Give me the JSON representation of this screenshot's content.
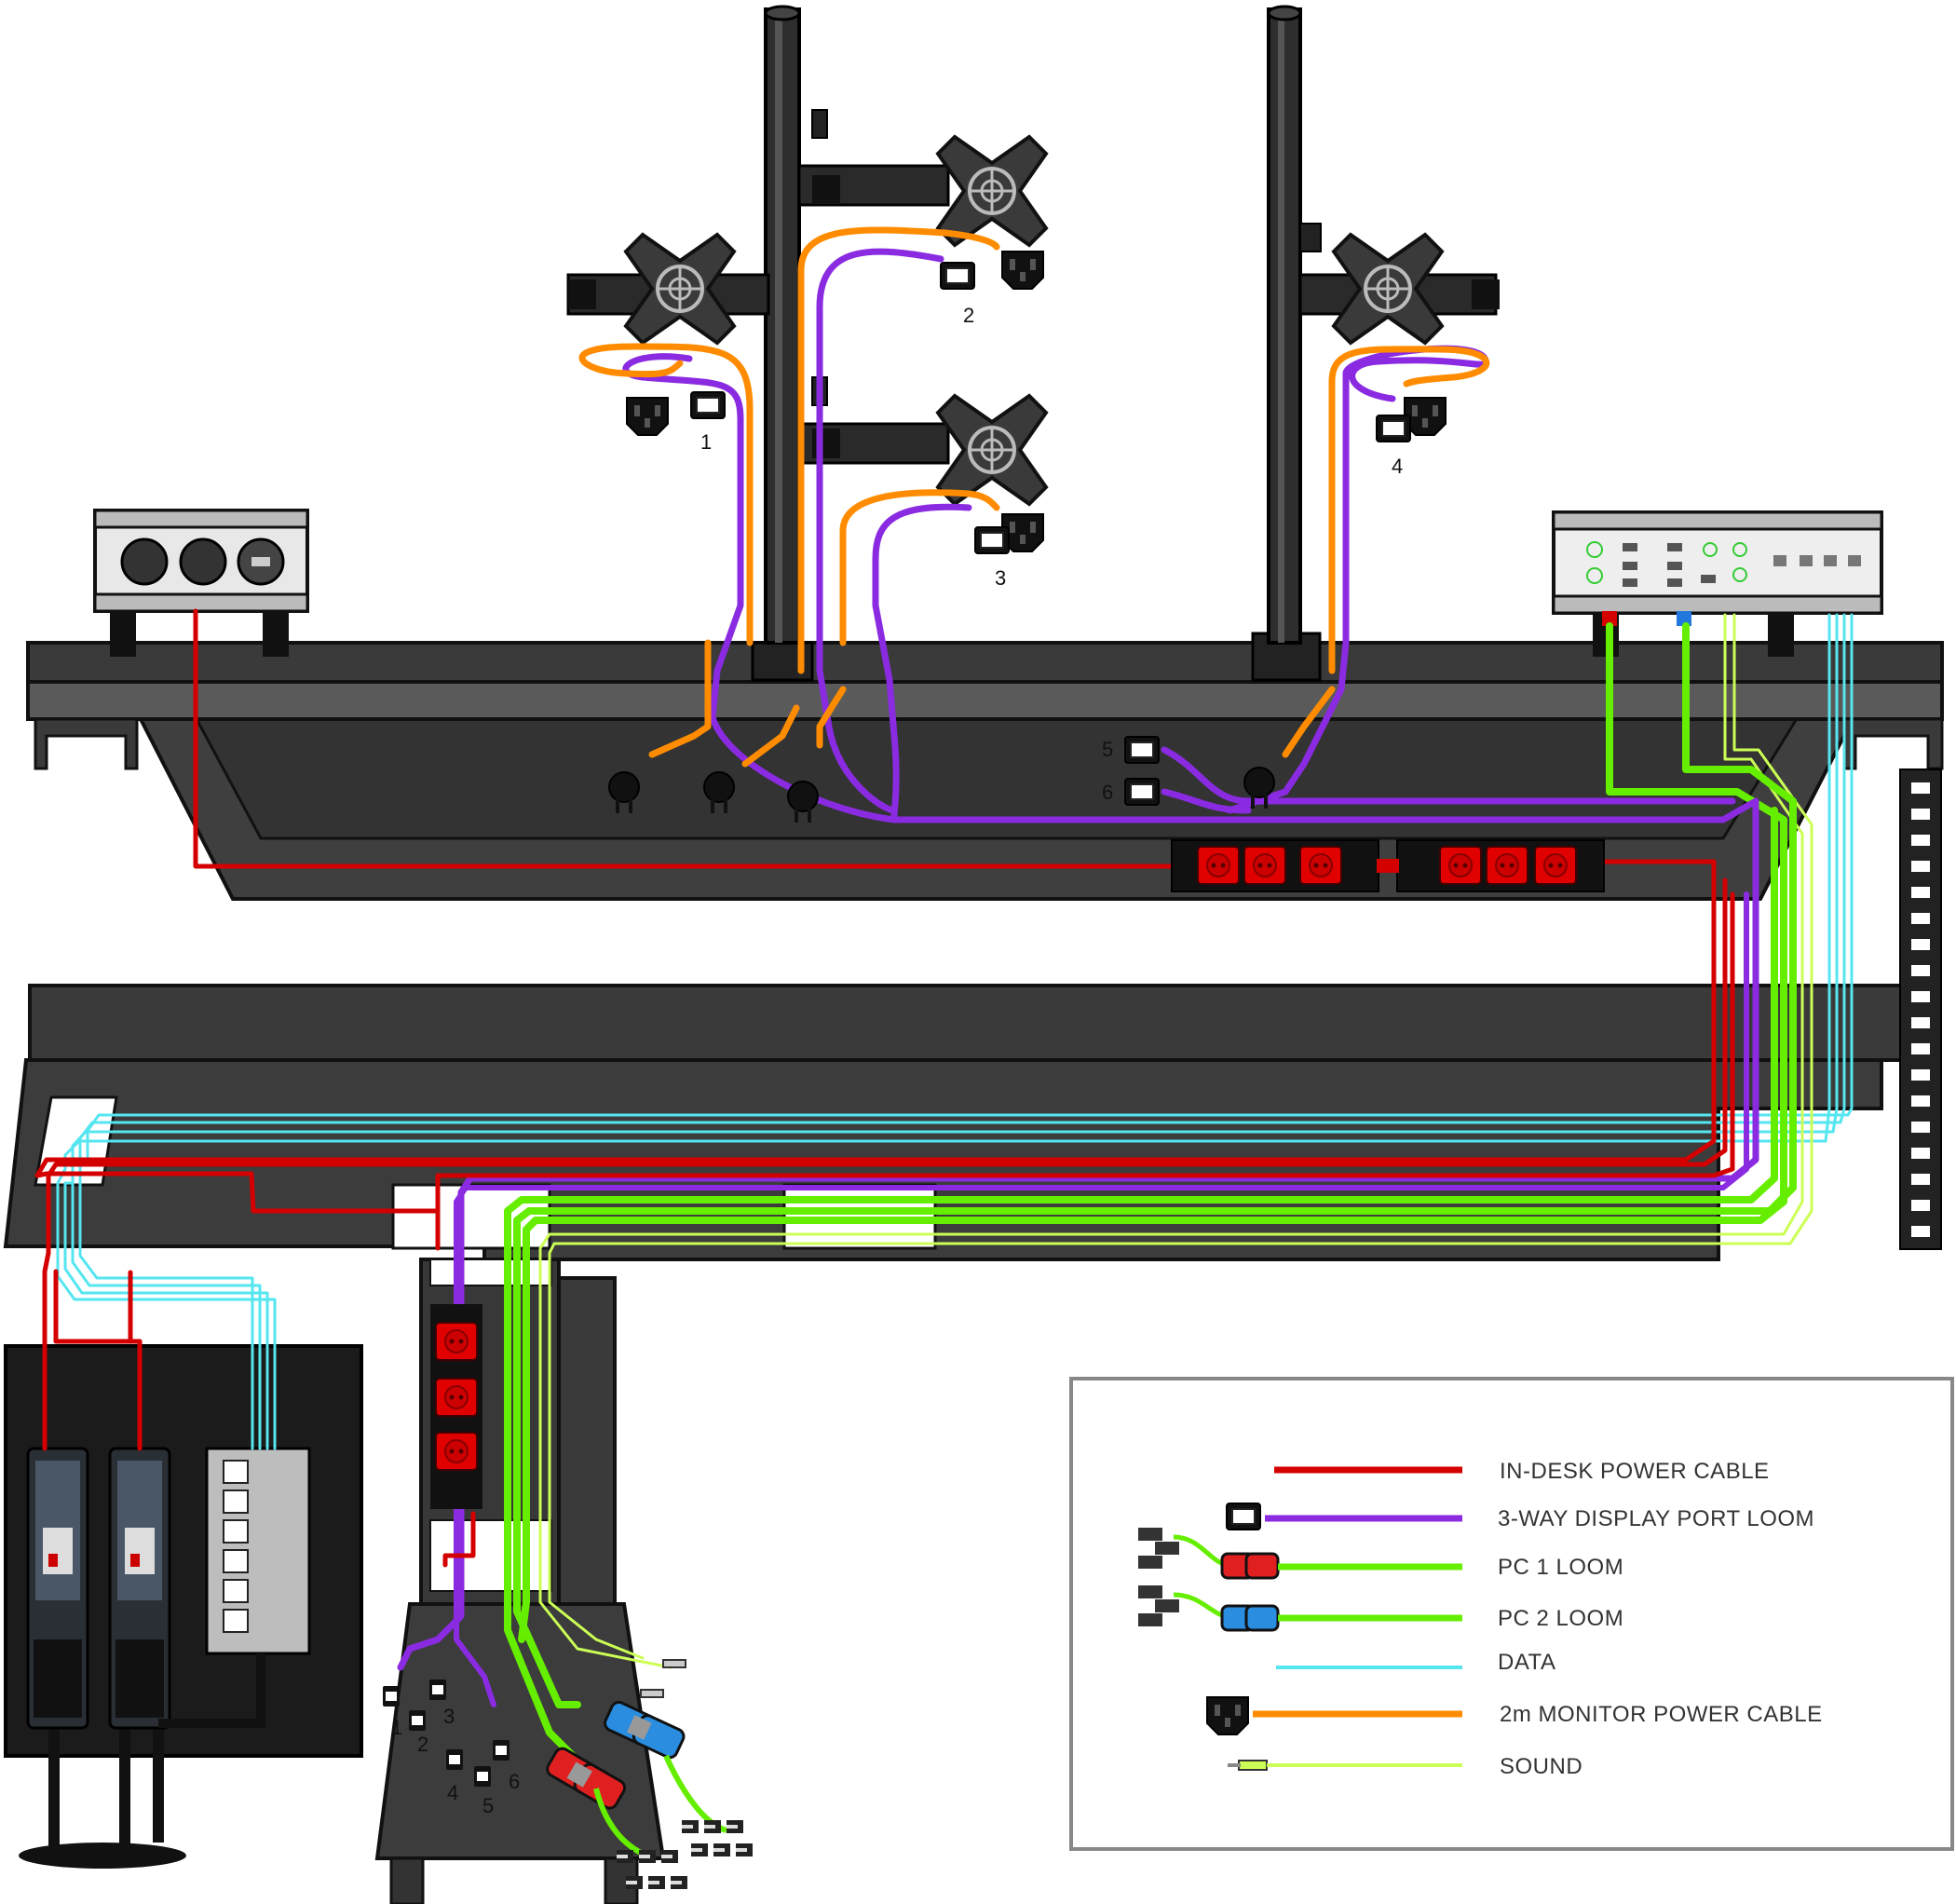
{
  "colors": {
    "power": "#d40000",
    "displayport": "#8a2be2",
    "pc_loom": "#66ee00",
    "data": "#55e6f0",
    "monitor_power": "#ff8c00",
    "sound": "#ccff55",
    "desk": "#3f3f3f",
    "desk_dark": "#262626",
    "outline": "#111111"
  },
  "monitor_connectors": {
    "m1": "1",
    "m2": "2",
    "m3": "3",
    "m4": "4",
    "m5": "5",
    "m6": "6"
  },
  "pc_connectors": [
    "1",
    "2",
    "3",
    "4",
    "5",
    "6"
  ],
  "legend": {
    "items": [
      {
        "icon": "none-icon",
        "color": "power",
        "label": "IN-DESK POWER CABLE"
      },
      {
        "icon": "displayport-connector-icon",
        "color": "displayport",
        "label": "3-WAY DISPLAY PORT LOOM"
      },
      {
        "icon": "pc-loom-red-icon",
        "color": "pc_loom",
        "label": "PC 1 LOOM"
      },
      {
        "icon": "pc-loom-blue-icon",
        "color": "pc_loom",
        "label": "PC 2 LOOM"
      },
      {
        "icon": "none-icon",
        "color": "data",
        "label": "DATA"
      },
      {
        "icon": "iec-power-plug-icon",
        "color": "monitor_power",
        "label": "2m MONITOR POWER CABLE"
      },
      {
        "icon": "audio-jack-icon",
        "color": "sound",
        "label": "SOUND"
      }
    ]
  }
}
